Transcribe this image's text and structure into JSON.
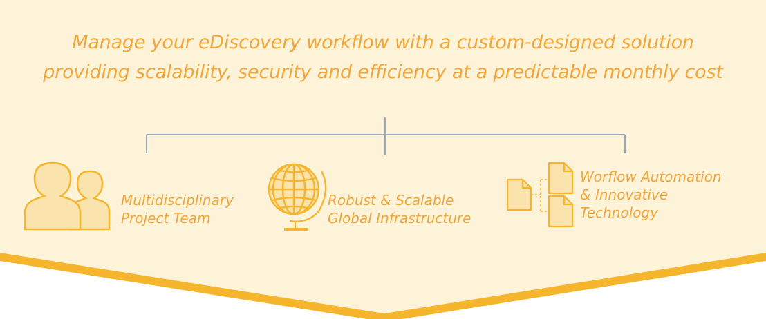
{
  "headline": {
    "line1": "Manage your eDiscovery workflow with a custom-designed solution",
    "line2": "providing scalability, security and efficiency at a predictable monthly cost"
  },
  "items": [
    {
      "line1": "Multidisciplinary",
      "line2": "Project Team",
      "icon": "people-icon"
    },
    {
      "line1": "Robust & Scalable",
      "line2": "Global Infrastructure",
      "icon": "globe-icon"
    },
    {
      "line1": "Worflow Automation",
      "line2": "& Innovative",
      "line3": "Technology",
      "icon": "documents-workflow-icon"
    }
  ],
  "colors": {
    "background": "#fdf3d8",
    "accent": "#f0a63a",
    "band": "#f5b52d",
    "connector": "#9aa9bb"
  }
}
